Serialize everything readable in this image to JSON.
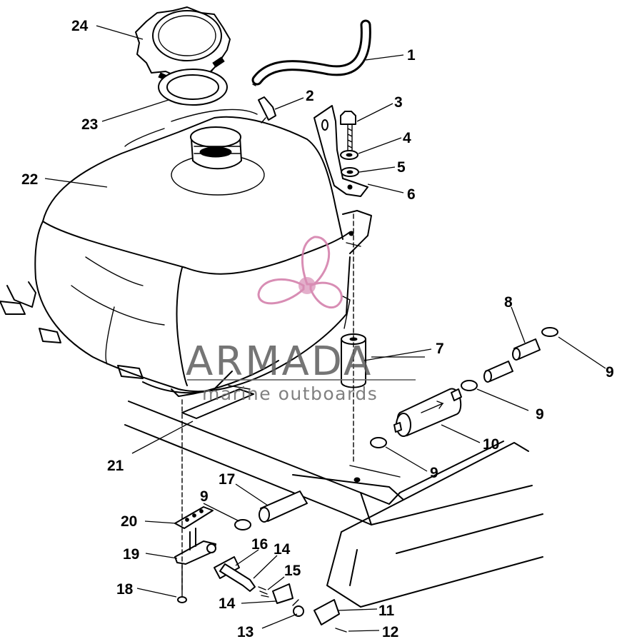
{
  "callouts": [
    {
      "id": "c1",
      "label": "1"
    },
    {
      "id": "c2",
      "label": "2"
    },
    {
      "id": "c3",
      "label": "3"
    },
    {
      "id": "c4",
      "label": "4"
    },
    {
      "id": "c5",
      "label": "5"
    },
    {
      "id": "c6",
      "label": "6"
    },
    {
      "id": "c7",
      "label": "7"
    },
    {
      "id": "c8",
      "label": "8"
    },
    {
      "id": "c9a",
      "label": "9"
    },
    {
      "id": "c9b",
      "label": "9"
    },
    {
      "id": "c9c",
      "label": "9"
    },
    {
      "id": "c9d",
      "label": "9"
    },
    {
      "id": "c10",
      "label": "10"
    },
    {
      "id": "c11",
      "label": "11"
    },
    {
      "id": "c12",
      "label": "12"
    },
    {
      "id": "c13",
      "label": "13"
    },
    {
      "id": "c14a",
      "label": "14"
    },
    {
      "id": "c14b",
      "label": "14"
    },
    {
      "id": "c15",
      "label": "15"
    },
    {
      "id": "c16",
      "label": "16"
    },
    {
      "id": "c17",
      "label": "17"
    },
    {
      "id": "c18",
      "label": "18"
    },
    {
      "id": "c19",
      "label": "19"
    },
    {
      "id": "c20",
      "label": "20"
    },
    {
      "id": "c21",
      "label": "21"
    },
    {
      "id": "c22",
      "label": "22"
    },
    {
      "id": "c23",
      "label": "23"
    },
    {
      "id": "c24",
      "label": "24"
    }
  ],
  "watermark": {
    "brand": "ARMADA",
    "tagline": "marine outboards",
    "accent_color": "#d27aa8",
    "icon": "propeller-icon"
  }
}
